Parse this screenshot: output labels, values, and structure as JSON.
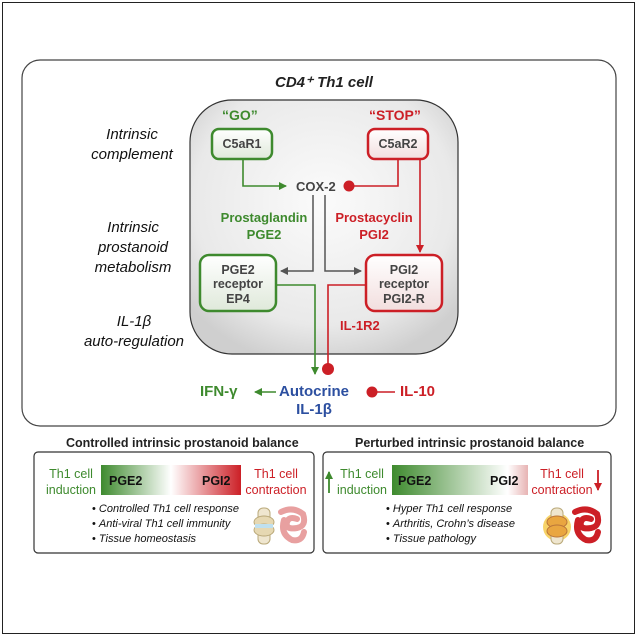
{
  "cell_title": "CD4⁺ Th1 cell",
  "side_labels": {
    "complement": [
      "Intrinsic",
      "complement"
    ],
    "prostanoid": [
      "Intrinsic",
      "prostanoid",
      "metabolism"
    ],
    "il1": [
      "IL-1β",
      "auto-regulation"
    ]
  },
  "go_label": "“GO”",
  "stop_label": "“STOP”",
  "c5ar1": "C5aR1",
  "c5ar2": "C5aR2",
  "cox2": "COX-2",
  "pge2": {
    "line1": "Prostaglandin",
    "line2": "PGE2"
  },
  "pgi2": {
    "line1": "Prostacyclin",
    "line2": "PGI2"
  },
  "ep4": {
    "line1": "PGE2",
    "line2": "receptor",
    "line3": "EP4"
  },
  "pgi2r": {
    "line1": "PGI2",
    "line2": "receptor",
    "line3": "PGI2-R"
  },
  "il1r2": "IL-1R2",
  "ifn": "IFN-γ",
  "autocrine": {
    "line1": "Autocrine",
    "line2": "IL-1β"
  },
  "il10": "IL-10",
  "panels": {
    "controlled": {
      "title": "Controlled intrinsic prostanoid balance",
      "left_label": [
        "Th1 cell",
        "induction"
      ],
      "right_label": [
        "Th1 cell",
        "contraction"
      ],
      "bar_left": "PGE2",
      "bar_right": "PGI2",
      "bullets": [
        "Controlled Th1 cell response",
        "Anti-viral Th1 cell immunity",
        "Tissue homeostasis"
      ]
    },
    "perturbed": {
      "title": "Perturbed intrinsic prostanoid balance",
      "left_label": [
        "Th1 cell",
        "induction"
      ],
      "right_label": [
        "Th1 cell",
        "contraction"
      ],
      "bar_left": "PGE2",
      "bar_right": "PGI2",
      "bullets": [
        "Hyper Th1 cell response",
        "Arthritis, Crohn’s disease",
        "Tissue pathology"
      ]
    }
  },
  "colors": {
    "green": "#3e8a2e",
    "red": "#cc1f26",
    "blue": "#2c4fa0",
    "gray": "#555555"
  }
}
